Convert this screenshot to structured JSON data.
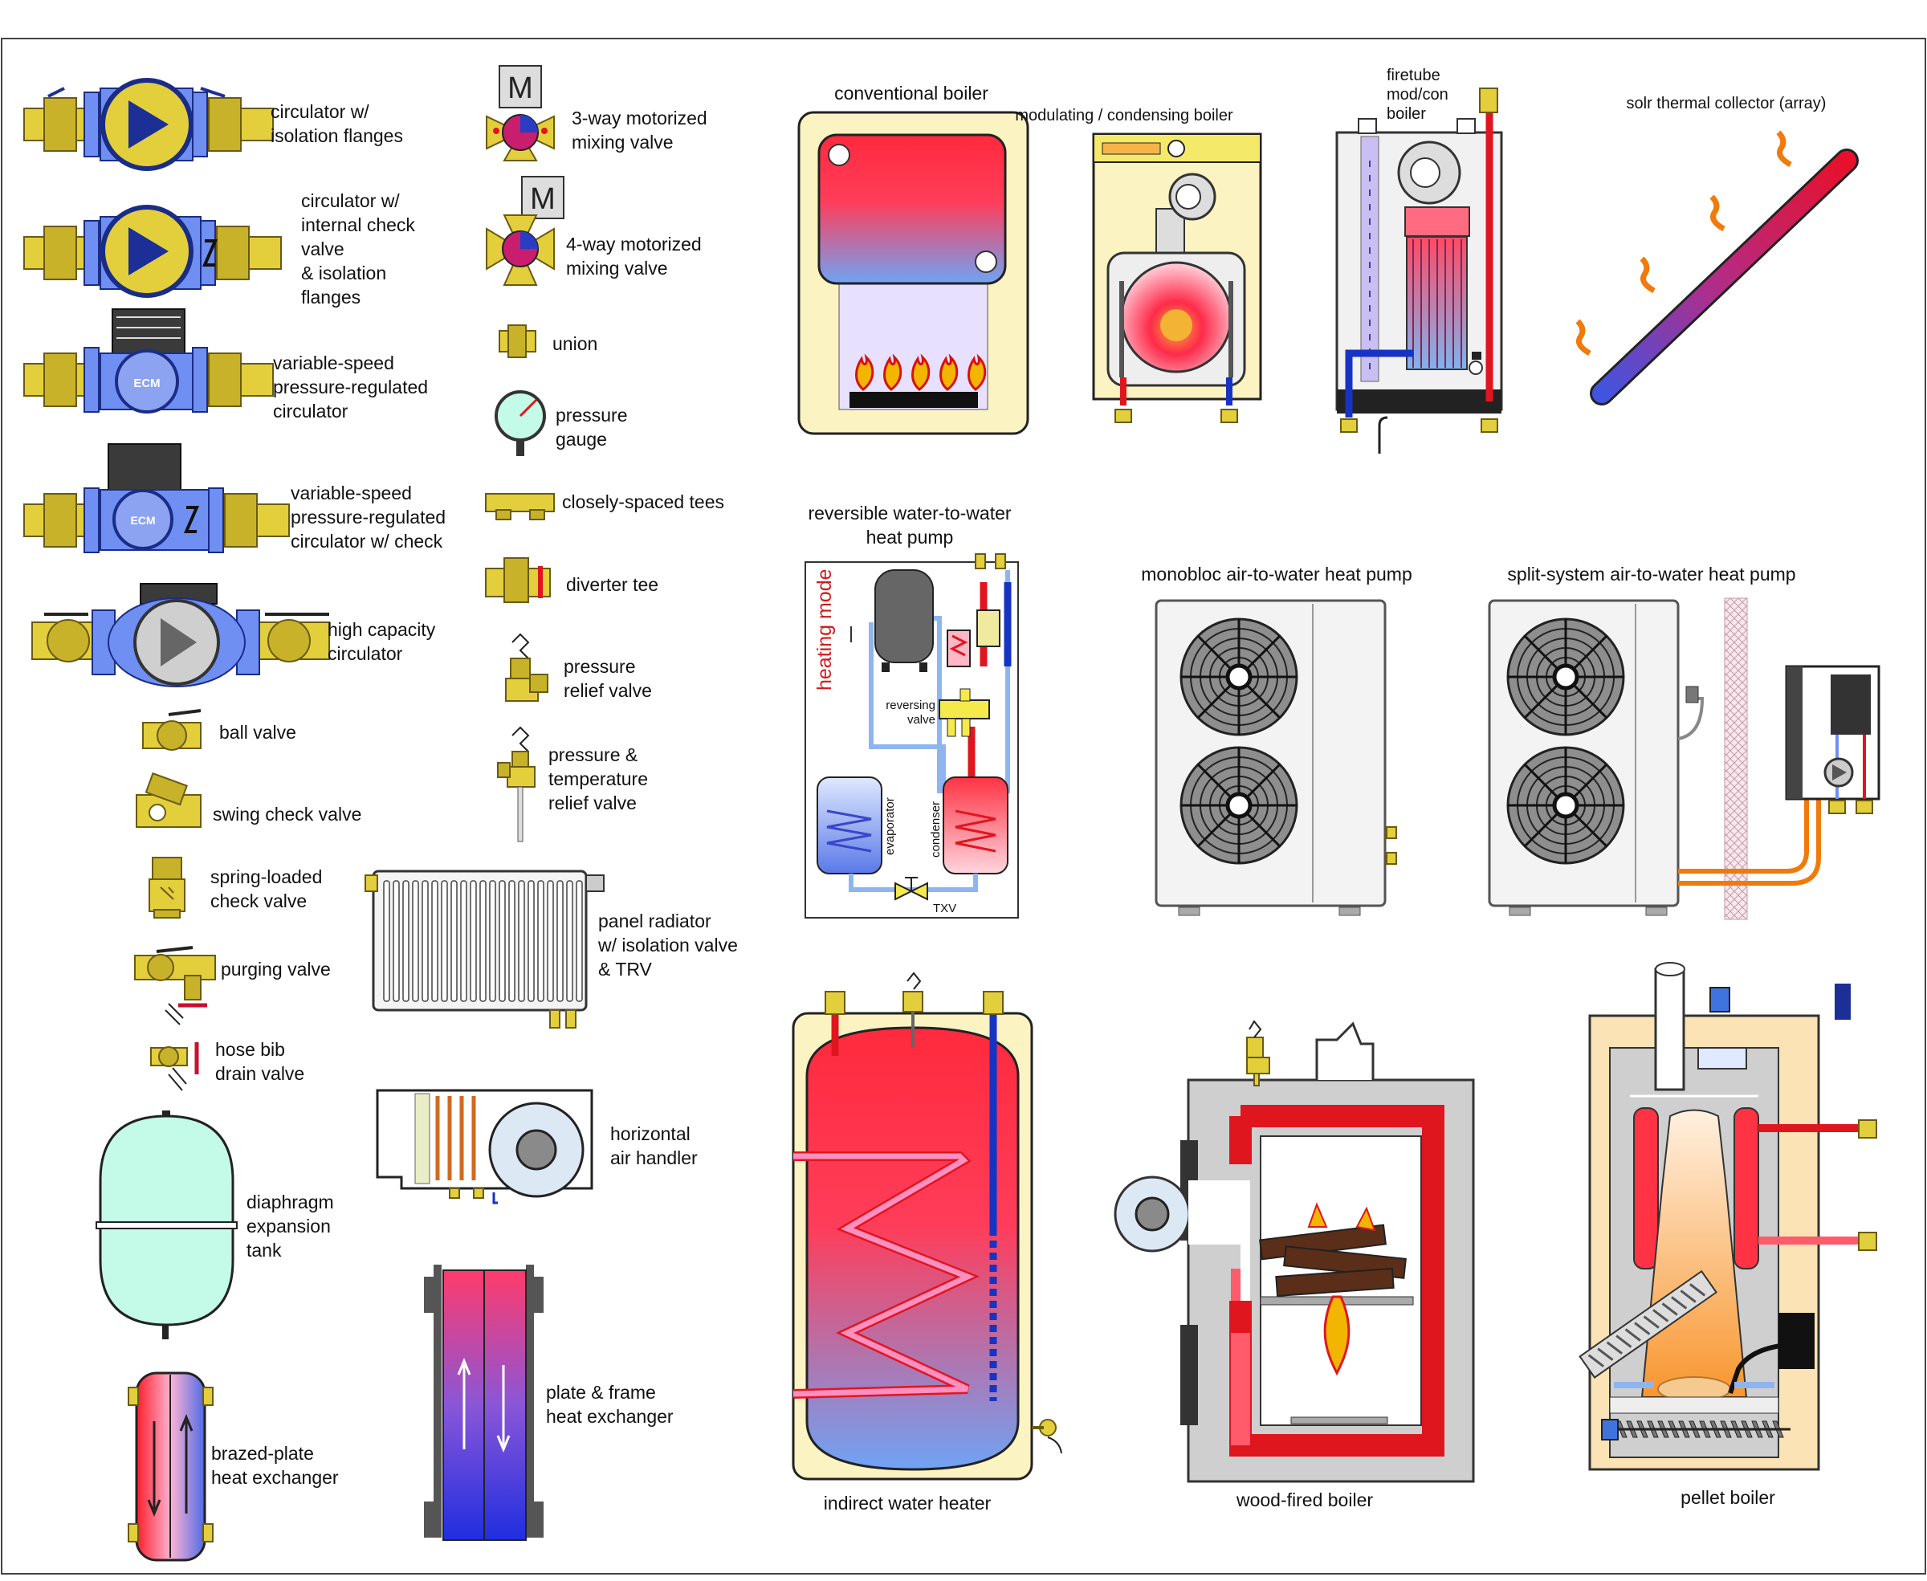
{
  "labels": {
    "circulator_iso": [
      "circulator w/",
      "isolation flanges"
    ],
    "circulator_check": [
      "circulator w/",
      "internal check",
      "valve",
      "& isolation",
      "flanges"
    ],
    "vs_circulator": [
      "variable-speed",
      "pressure-regulated",
      "circulator"
    ],
    "vs_circulator_check": [
      "variable-speed",
      "pressure-regulated",
      "circulator w/ check"
    ],
    "high_capacity": [
      "high capacity",
      "circulator"
    ],
    "ball_valve": "ball valve",
    "swing_check": "swing check valve",
    "spring_check": [
      "spring-loaded",
      "check valve"
    ],
    "purging_valve": "purging valve",
    "hose_bib": [
      "hose bib",
      "drain valve"
    ],
    "expansion_tank": [
      "diaphragm",
      "expansion",
      "tank"
    ],
    "brazed_plate": [
      "brazed-plate",
      "heat exchanger"
    ],
    "mixing_3way": [
      "3-way motorized",
      "mixing valve"
    ],
    "mixing_4way": [
      "4-way motorized",
      "mixing valve"
    ],
    "union": "union",
    "pressure_gauge": [
      "pressure",
      "gauge"
    ],
    "closely_tees": "closely-spaced tees",
    "diverter_tee": "diverter tee",
    "relief_valve": [
      "pressure",
      "relief valve"
    ],
    "pt_relief": [
      "pressure &",
      "temperature",
      "relief valve"
    ],
    "panel_radiator": [
      "panel radiator",
      "w/ isolation valve",
      "& TRV"
    ],
    "air_handler": [
      "horizontal",
      "air handler"
    ],
    "plate_frame": [
      "plate & frame",
      "heat exchanger"
    ],
    "conventional_boiler": "conventional  boiler",
    "mod_con_boiler": "modulating / condensing boiler",
    "firetube": [
      "firetube",
      "mod/con",
      "boiler"
    ],
    "solar": "solr thermal collector (array)",
    "ww_heat_pump": [
      "reversible water-to-water",
      "heat pump"
    ],
    "heating_mode": "heating mode",
    "reversing_valve": [
      "reversing",
      "valve"
    ],
    "evaporator": "evaporator",
    "condenser": "condenser",
    "txv": "TXV",
    "monobloc": "monobloc air-to-water heat pump",
    "split_system": "split-system air-to-water heat pump",
    "indirect_heater": "indirect water heater",
    "wood_boiler": "wood-fired boiler",
    "pellet_boiler": "pellet boiler",
    "ecm": "ECM",
    "motor": "M"
  },
  "colors": {
    "brass": "#e3cf3c",
    "pump_blue": "#6f8ff2",
    "navy": "#1c2f96",
    "hot_red": "#e0161f",
    "cold_blue": "#1633c4",
    "cream": "#fbf3c2",
    "tank_mint": "#c4fbe8",
    "heating_mode_red": "#d11a1a"
  }
}
